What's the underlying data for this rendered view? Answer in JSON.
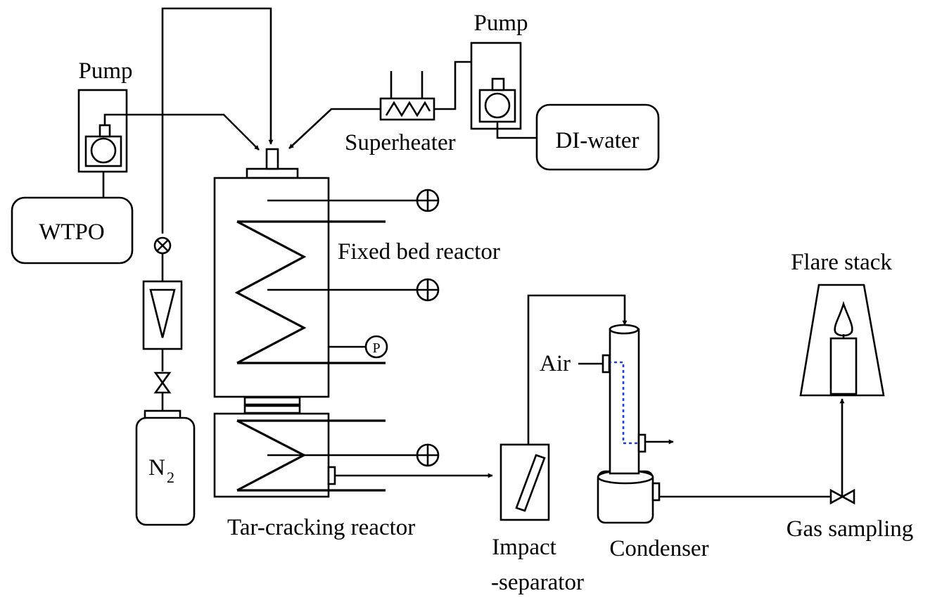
{
  "labels": {
    "pump_left": "Pump",
    "pump_right": "Pump",
    "wtpo": "WTPO",
    "superheater": "Superheater",
    "di_water": "DI-water",
    "fixed_bed": "Fixed bed reactor",
    "tar_cracking": "Tar-cracking  reactor",
    "nitrogen": "N",
    "nitrogen_sub": "2",
    "impact_line1": "Impact",
    "impact_line2": "-separator",
    "condenser": "Condenser",
    "air": "Air",
    "flare_stack": "Flare stack",
    "gas_sampling": "Gas sampling",
    "pressure_gauge": "P"
  }
}
